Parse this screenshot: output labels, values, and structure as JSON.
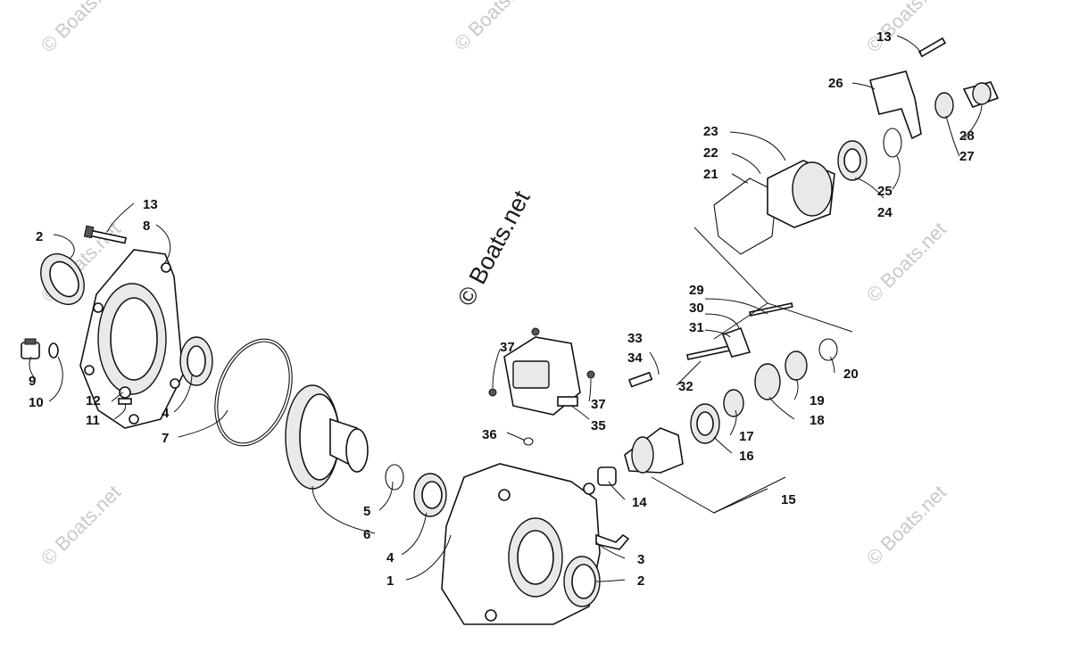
{
  "watermark": {
    "main": "© Boats.net",
    "small": "© Boats.net"
  },
  "callouts": {
    "c1": "1",
    "c2a": "2",
    "c2b": "2",
    "c3": "3",
    "c4a": "4",
    "c4b": "4",
    "c5": "5",
    "c6": "6",
    "c7": "7",
    "c8": "8",
    "c9": "9",
    "c10": "10",
    "c11": "11",
    "c12": "12",
    "c13a": "13",
    "c13b": "13",
    "c14": "14",
    "c15": "15",
    "c16": "16",
    "c17": "17",
    "c18": "18",
    "c19": "19",
    "c20": "20",
    "c21": "21",
    "c22": "22",
    "c23": "23",
    "c24": "24",
    "c25": "25",
    "c26": "26",
    "c27": "27",
    "c28": "28",
    "c29": "29",
    "c30": "30",
    "c31": "31",
    "c32": "32",
    "c33": "33",
    "c34": "34",
    "c35": "35",
    "c36": "36",
    "c37a": "37",
    "c37b": "37"
  }
}
